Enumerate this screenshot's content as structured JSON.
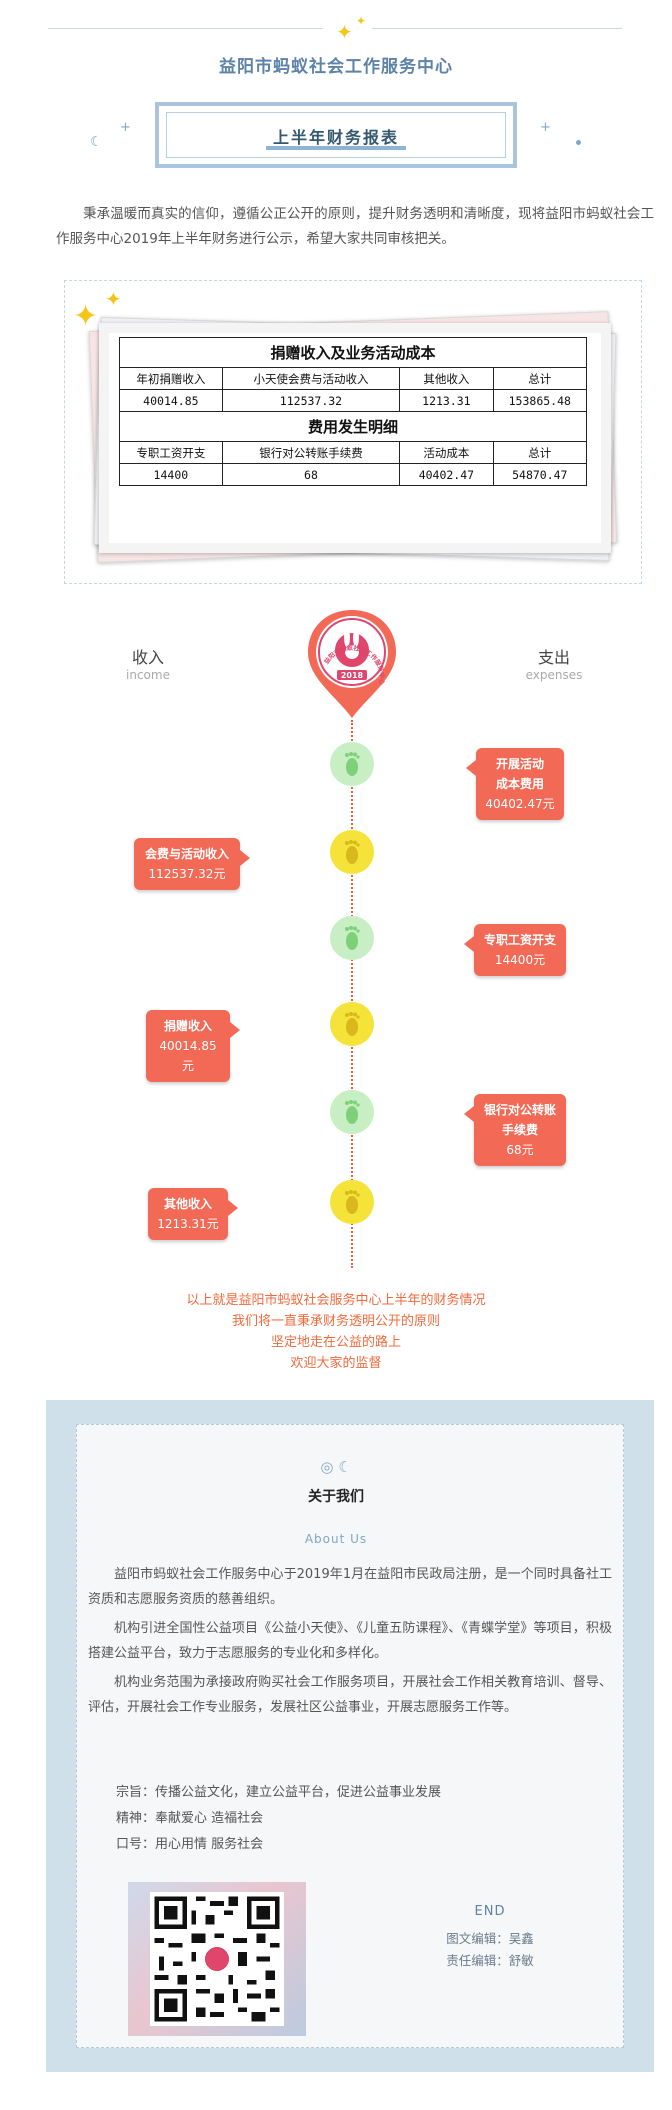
{
  "header": {
    "org_title": "益阳市蚂蚁社会工作服务中心",
    "report_title": "上半年财务报表"
  },
  "intro": "秉承温暖而真实的信仰，遵循公正公开的原则，提升财务透明和清晰度，现将益阳市蚂蚁社会工作服务中心2019年上半年财务进行公示，希望大家共同审核把关。",
  "table": {
    "section1_title": "捐赠收入及业务活动成本",
    "section1_headers": [
      "年初捐赠收入",
      "小天使会费与活动收入",
      "其他收入",
      "总计"
    ],
    "section1_values": [
      "40014.85",
      "112537.32",
      "1213.31",
      "153865.48"
    ],
    "section2_title": "费用发生明细",
    "section2_headers": [
      "专职工资开支",
      "银行对公转账手续费",
      "活动成本",
      "总计"
    ],
    "section2_values": [
      "14400",
      "68",
      "40402.47",
      "54870.47"
    ]
  },
  "labels": {
    "income": "收入",
    "income_en": "income",
    "expenses": "支出",
    "expenses_en": "expenses"
  },
  "timeline": {
    "right1_title1": "开展活动",
    "right1_title2": "成本费用",
    "right1_amount": "40402.47元",
    "left1_title": "会费与活动收入",
    "left1_amount": "112537.32元",
    "right2_title": "专职工资开支",
    "right2_amount": "14400元",
    "left2_title": "捐赠收入",
    "left2_amount": "40014.85元",
    "right3_title1": "银行对公转账",
    "right3_title2": "手续费",
    "right3_amount": "68元",
    "left3_title": "其他收入",
    "left3_amount": "1213.31元"
  },
  "summary": [
    "以上就是益阳市蚂蚁社会服务中心上半年的财务情况",
    "我们将一直秉承财务透明公开的原则",
    "坚定地走在公益的路上",
    "欢迎大家的监督"
  ],
  "about": {
    "title": "关于我们",
    "title_en": "About Us",
    "p1": "益阳市蚂蚁社会工作服务中心于2019年1月在益阳市民政局注册，是一个同时具备社工资质和志愿服务资质的慈善组织。",
    "p2": "机构引进全国性公益项目《公益小天使》、《儿童五防课程》、《青蝶学堂》等项目，积极搭建公益平台，致力于志愿服务的专业化和多样化。",
    "p3": "机构业务范围为承接政府购买社会工作服务项目，开展社会工作相关教育培训、督导、评估，开展社会工作专业服务，发展社区公益事业，开展志愿服务工作等。",
    "purpose": "宗旨：传播公益文化，建立公益平台，促进公益事业发展",
    "spirit": "精神：奉献爱心 造福社会",
    "slogan": "口号：用心用情 服务社会",
    "end": "END",
    "editor": "图文编辑：吴鑫",
    "chief_editor": "责任编辑：舒敏"
  },
  "logo": {
    "ring_text": "益阳市蚂蚁社会工作服务中心",
    "year": "2018"
  },
  "colors": {
    "accent_blue": "#5d83a8",
    "bubble_red": "#f26a56",
    "node_green": "#c8efc4",
    "node_yellow": "#f6e33a",
    "summary_orange": "#f26a3c",
    "about_bg": "#cfe0ea"
  }
}
